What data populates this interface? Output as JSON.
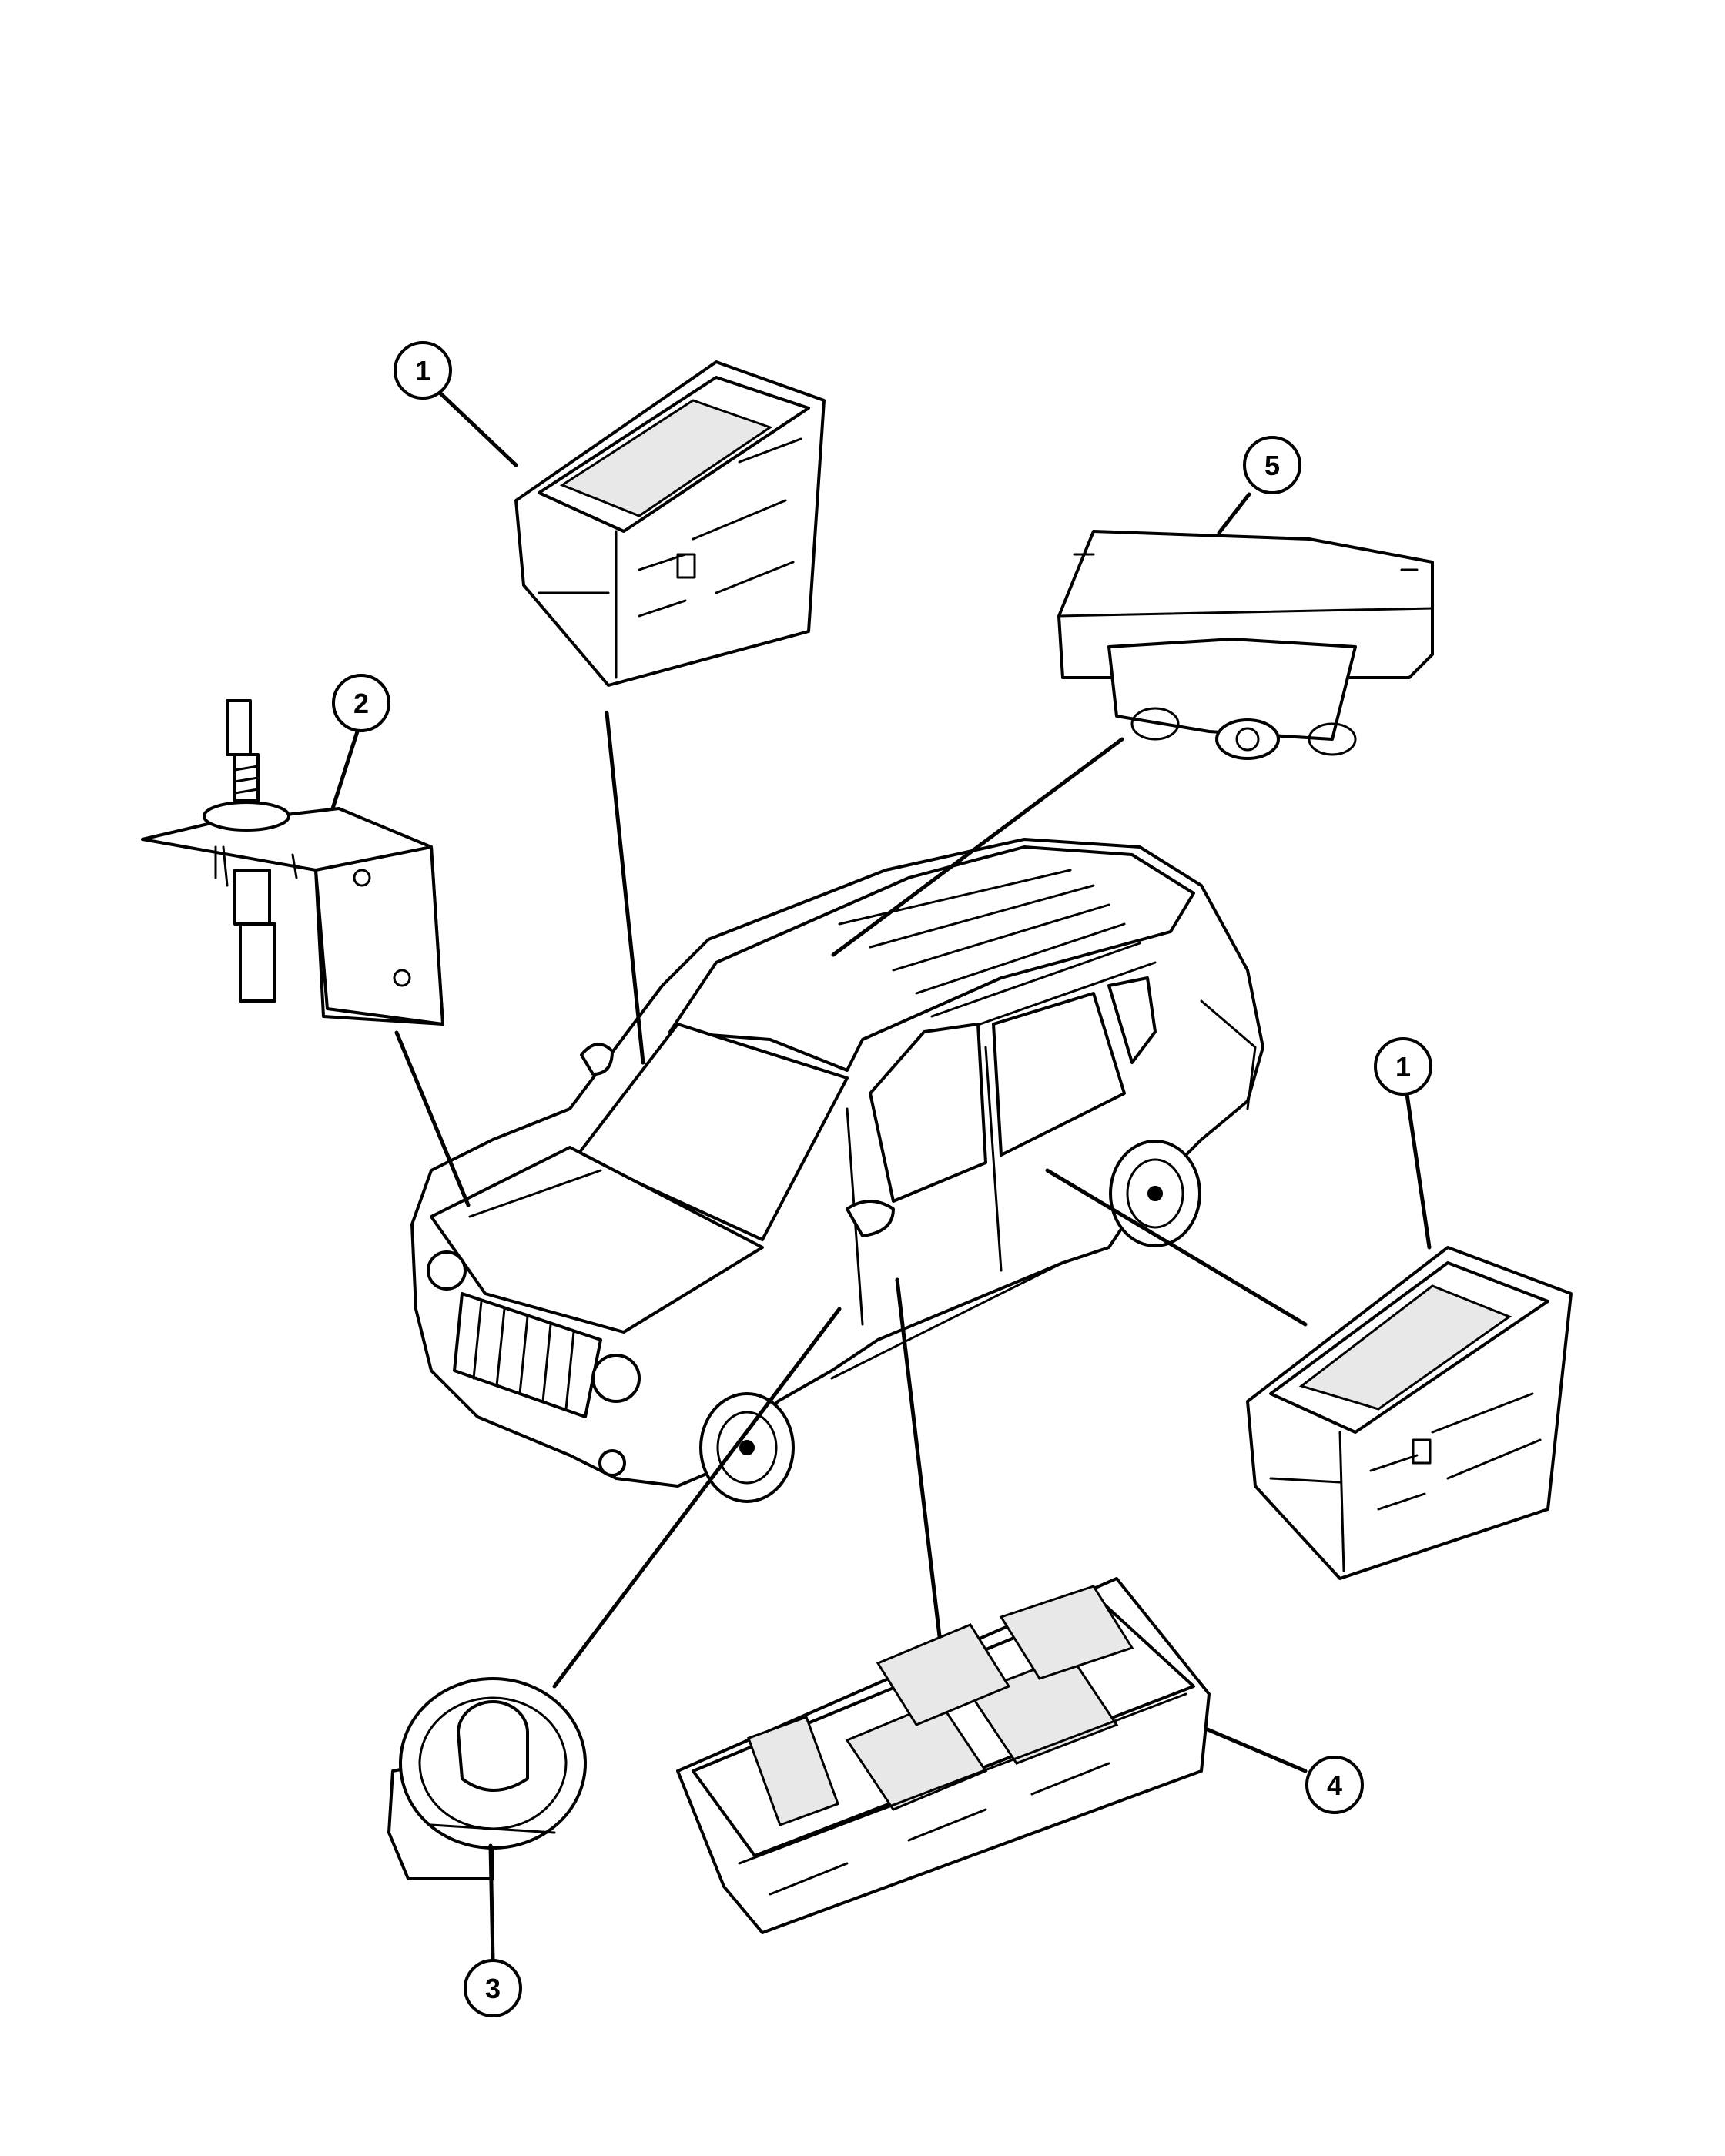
{
  "callouts": [
    {
      "id": "1a",
      "label": "1"
    },
    {
      "id": "2",
      "label": "2"
    },
    {
      "id": "5",
      "label": "5"
    },
    {
      "id": "1b",
      "label": "1"
    },
    {
      "id": "3",
      "label": "3"
    },
    {
      "id": "4",
      "label": "4"
    }
  ]
}
